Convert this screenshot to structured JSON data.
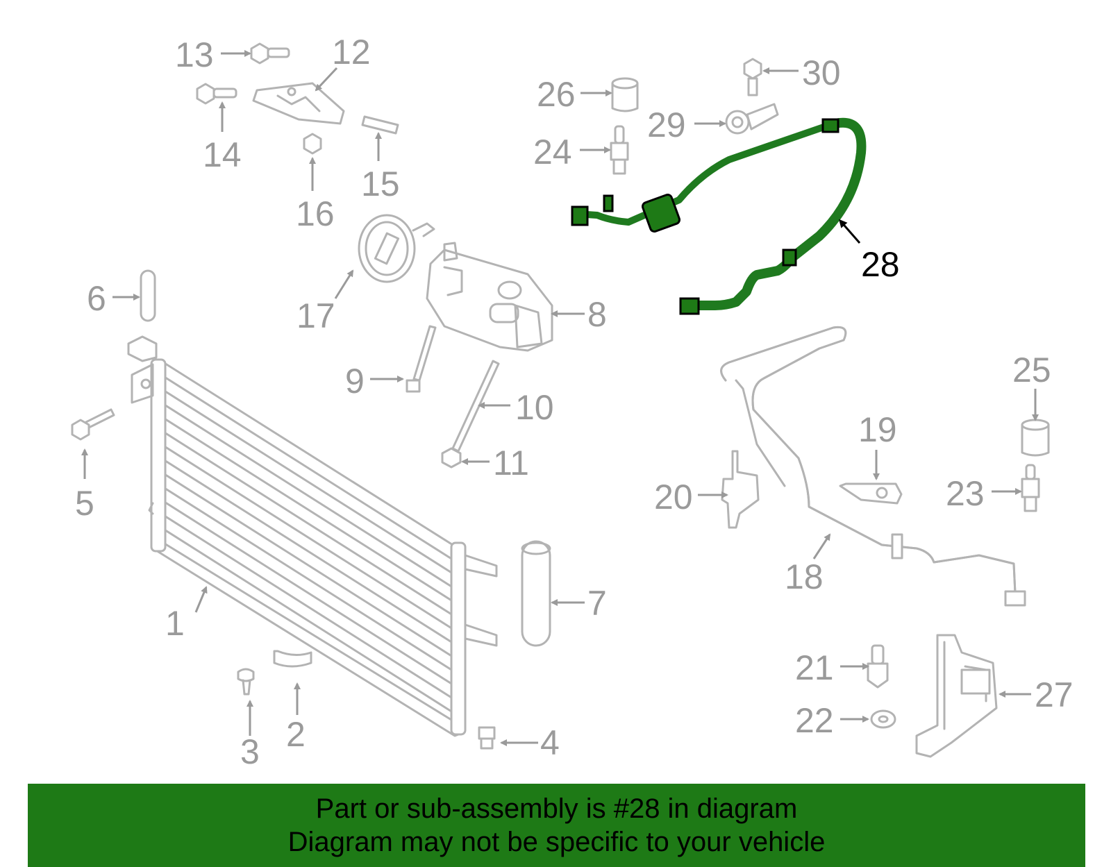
{
  "highlight_color": "#1e7a16",
  "highlighted_part": "28",
  "labels": {
    "l1": "1",
    "l2": "2",
    "l3": "3",
    "l4": "4",
    "l5": "5",
    "l6": "6",
    "l7": "7",
    "l8": "8",
    "l9": "9",
    "l10": "10",
    "l11": "11",
    "l12": "12",
    "l13": "13",
    "l14": "14",
    "l15": "15",
    "l16": "16",
    "l17": "17",
    "l18": "18",
    "l19": "19",
    "l20": "20",
    "l21": "21",
    "l22": "22",
    "l23": "23",
    "l24": "24",
    "l25": "25",
    "l26": "26",
    "l27": "27",
    "l28": "28",
    "l29": "29",
    "l30": "30"
  },
  "banner": {
    "line1": "Part or sub-assembly is #28 in diagram",
    "line2": "Diagram may not be specific to your vehicle"
  }
}
